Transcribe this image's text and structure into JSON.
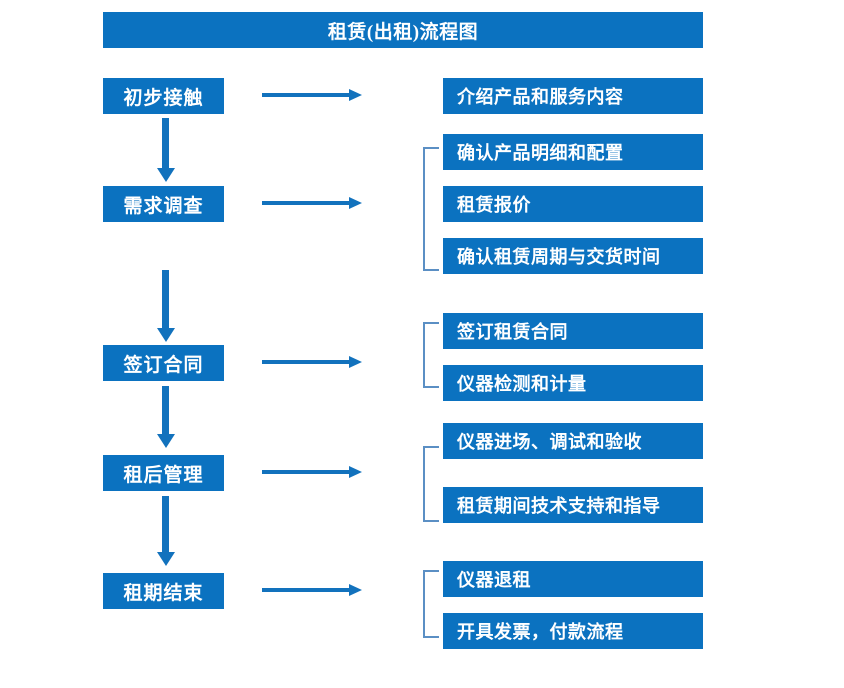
{
  "diagram": {
    "title": "租赁(出租)流程图",
    "accent_color": "#0b72c0",
    "arrow_color": "#1272bd",
    "bracket_color": "#5b8fc4",
    "text_color": "#ffffff",
    "background_color": "#ffffff",
    "stages": [
      {
        "id": "stage-1",
        "label": "初步接触",
        "details": [
          "介绍产品和服务内容"
        ],
        "has_bracket": false
      },
      {
        "id": "stage-2",
        "label": "需求调查",
        "details": [
          "确认产品明细和配置",
          "租赁报价",
          "确认租赁周期与交货时间"
        ],
        "has_bracket": true
      },
      {
        "id": "stage-3",
        "label": "签订合同",
        "details": [
          "签订租赁合同",
          "仪器检测和计量"
        ],
        "has_bracket": true
      },
      {
        "id": "stage-4",
        "label": "租后管理",
        "details": [
          "仪器进场、调试和验收",
          "租赁期间技术支持和指导"
        ],
        "has_bracket": true
      },
      {
        "id": "stage-5",
        "label": "租期结束",
        "details": [
          "仪器退租",
          "开具发票，付款流程"
        ],
        "has_bracket": true
      }
    ],
    "connectors": {
      "vertical_count": 4,
      "horizontal_count": 5,
      "vertical_icon": "down-arrow-icon",
      "horizontal_icon": "right-arrow-icon"
    }
  }
}
